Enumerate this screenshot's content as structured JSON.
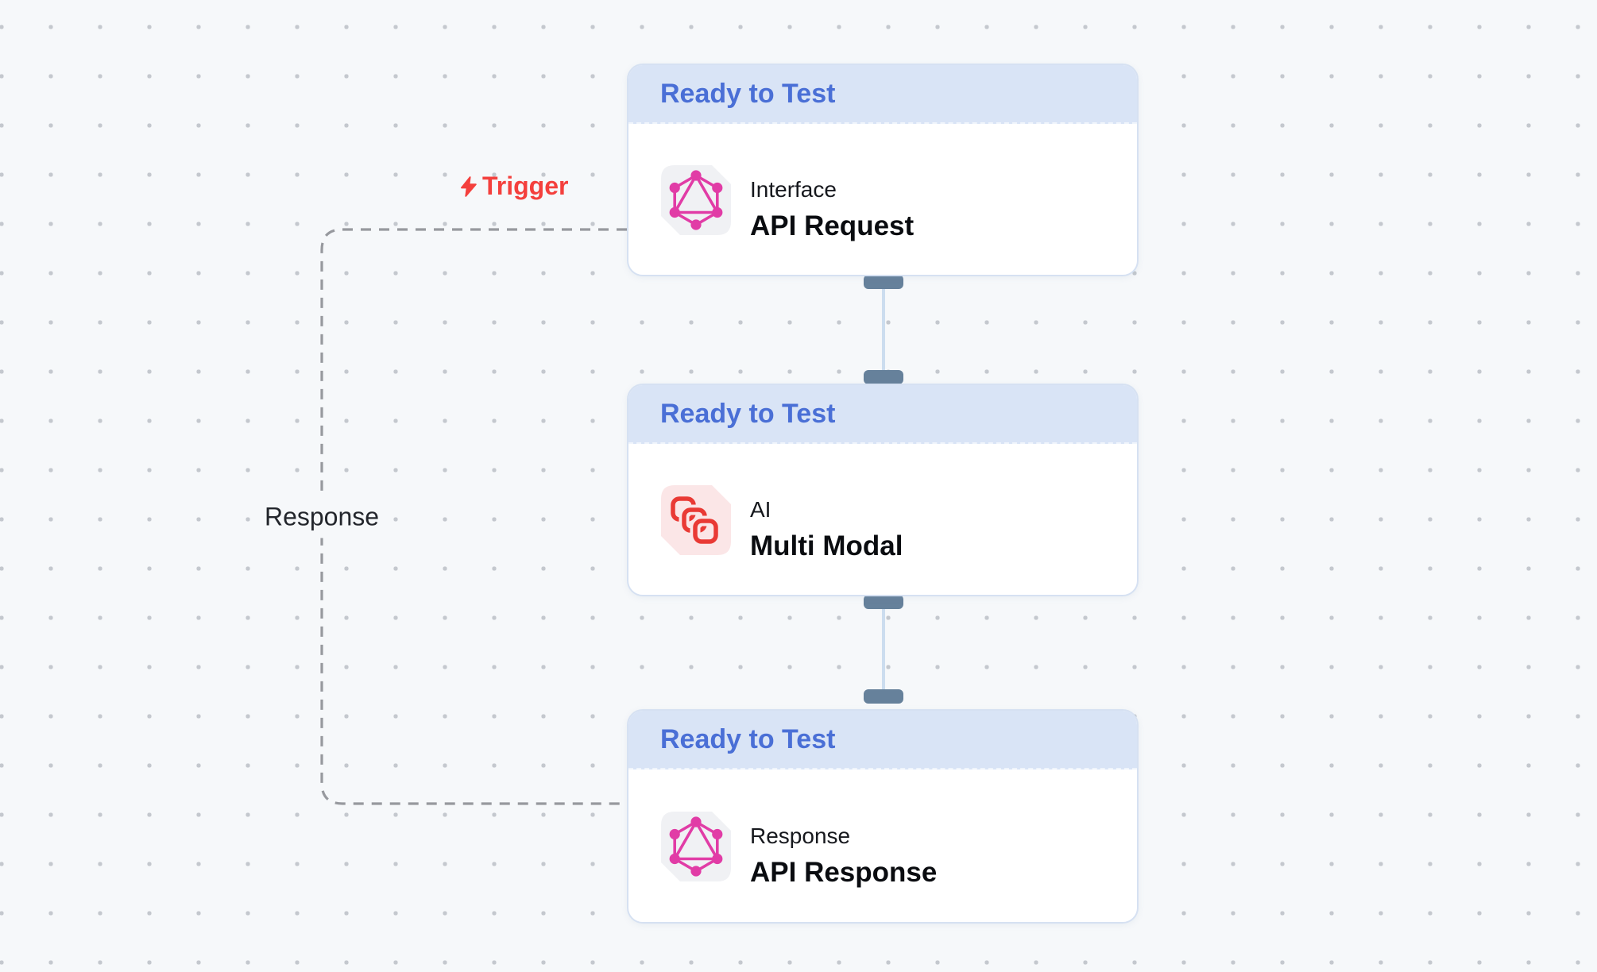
{
  "canvas": {
    "background": "#F6F8FA",
    "dot_color": "#C4C8CE"
  },
  "annotations": {
    "trigger_label": "Trigger",
    "trigger_color": "#F4403D",
    "response_label": "Response",
    "dashed_line_color": "#97999E"
  },
  "nodes": [
    {
      "status_badge": "Ready to Test",
      "category": "Interface",
      "title": "API Request",
      "icon": "graphql-icon",
      "icon_color": "#E13CA6",
      "icon_bg": "#F0F1F4"
    },
    {
      "status_badge": "Ready to Test",
      "category": "AI",
      "title": "Multi Modal",
      "icon": "multimodal-icon",
      "icon_color": "#E93A35",
      "icon_bg": "#FBE6E7"
    },
    {
      "status_badge": "Ready to Test",
      "category": "Response",
      "title": "API Response",
      "icon": "graphql-icon",
      "icon_color": "#E13CA6",
      "icon_bg": "#F0F1F4"
    }
  ],
  "colors": {
    "status_text": "#4A6FD6",
    "status_bg": "#D9E4F6",
    "card_border": "#D6E1F2",
    "handle": "#66819B",
    "connection_line": "#CCDDEF"
  }
}
